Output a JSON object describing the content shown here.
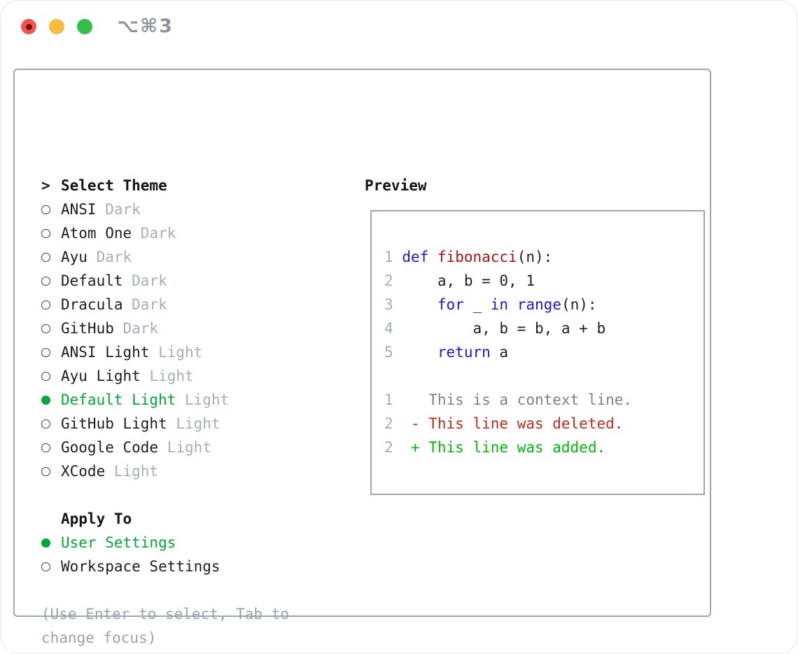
{
  "window": {
    "shortcut_label": "⌥⌘3"
  },
  "colors": {
    "selection_green": "#00a83a",
    "muted_gray": "#a6aeba",
    "border_gray": "#9ca5b0",
    "keyword_blue": "#1618dd",
    "function_red": "#b21010",
    "diff_deleted_red": "#c42a1c",
    "diff_added_green": "#00b80a",
    "traffic_red": "#f4544f",
    "traffic_yellow": "#f6bd3f",
    "traffic_green": "#33c048"
  },
  "theme_selector": {
    "prompt": ">",
    "title": "Select Theme",
    "themes": [
      {
        "name": "ANSI",
        "variant": "Dark",
        "selected": false
      },
      {
        "name": "Atom One",
        "variant": "Dark",
        "selected": false
      },
      {
        "name": "Ayu",
        "variant": "Dark",
        "selected": false
      },
      {
        "name": "Default",
        "variant": "Dark",
        "selected": false
      },
      {
        "name": "Dracula",
        "variant": "Dark",
        "selected": false
      },
      {
        "name": "GitHub",
        "variant": "Dark",
        "selected": false
      },
      {
        "name": "ANSI Light",
        "variant": "Light",
        "selected": false
      },
      {
        "name": "Ayu Light",
        "variant": "Light",
        "selected": false
      },
      {
        "name": "Default Light",
        "variant": "Light",
        "selected": true
      },
      {
        "name": "GitHub Light",
        "variant": "Light",
        "selected": false
      },
      {
        "name": "Google Code",
        "variant": "Light",
        "selected": false
      },
      {
        "name": "XCode",
        "variant": "Light",
        "selected": false
      }
    ],
    "apply_to": {
      "title": "Apply To",
      "options": [
        {
          "name": "User Settings",
          "selected": true
        },
        {
          "name": "Workspace Settings",
          "selected": false
        }
      ]
    },
    "help_text": "(Use Enter to select, Tab to change focus)"
  },
  "preview": {
    "title": "Preview",
    "code_lines": [
      {
        "number": "1",
        "tokens": [
          {
            "text": "def",
            "type": "keyword"
          },
          {
            "text": " ",
            "type": "plain"
          },
          {
            "text": "fibonacci",
            "type": "function"
          },
          {
            "text": "(n):",
            "type": "plain"
          }
        ]
      },
      {
        "number": "2",
        "tokens": [
          {
            "text": "    a, b = 0, 1",
            "type": "plain"
          }
        ]
      },
      {
        "number": "3",
        "tokens": [
          {
            "text": "    ",
            "type": "plain"
          },
          {
            "text": "for",
            "type": "keyword"
          },
          {
            "text": " _ ",
            "type": "plain"
          },
          {
            "text": "in",
            "type": "keyword"
          },
          {
            "text": " ",
            "type": "plain"
          },
          {
            "text": "range",
            "type": "keyword"
          },
          {
            "text": "(n):",
            "type": "plain"
          }
        ]
      },
      {
        "number": "4",
        "tokens": [
          {
            "text": "        a, b = b, a + b",
            "type": "plain"
          }
        ]
      },
      {
        "number": "5",
        "tokens": [
          {
            "text": "    ",
            "type": "plain"
          },
          {
            "text": "return",
            "type": "keyword"
          },
          {
            "text": " a",
            "type": "plain"
          }
        ]
      }
    ],
    "diff_lines": [
      {
        "number": "1",
        "marker": " ",
        "kind": "context",
        "text": "This is a context line."
      },
      {
        "number": "2",
        "marker": "-",
        "kind": "deleted",
        "text": "This line was deleted."
      },
      {
        "number": "2",
        "marker": "+",
        "kind": "added",
        "text": "This line was added."
      }
    ]
  }
}
